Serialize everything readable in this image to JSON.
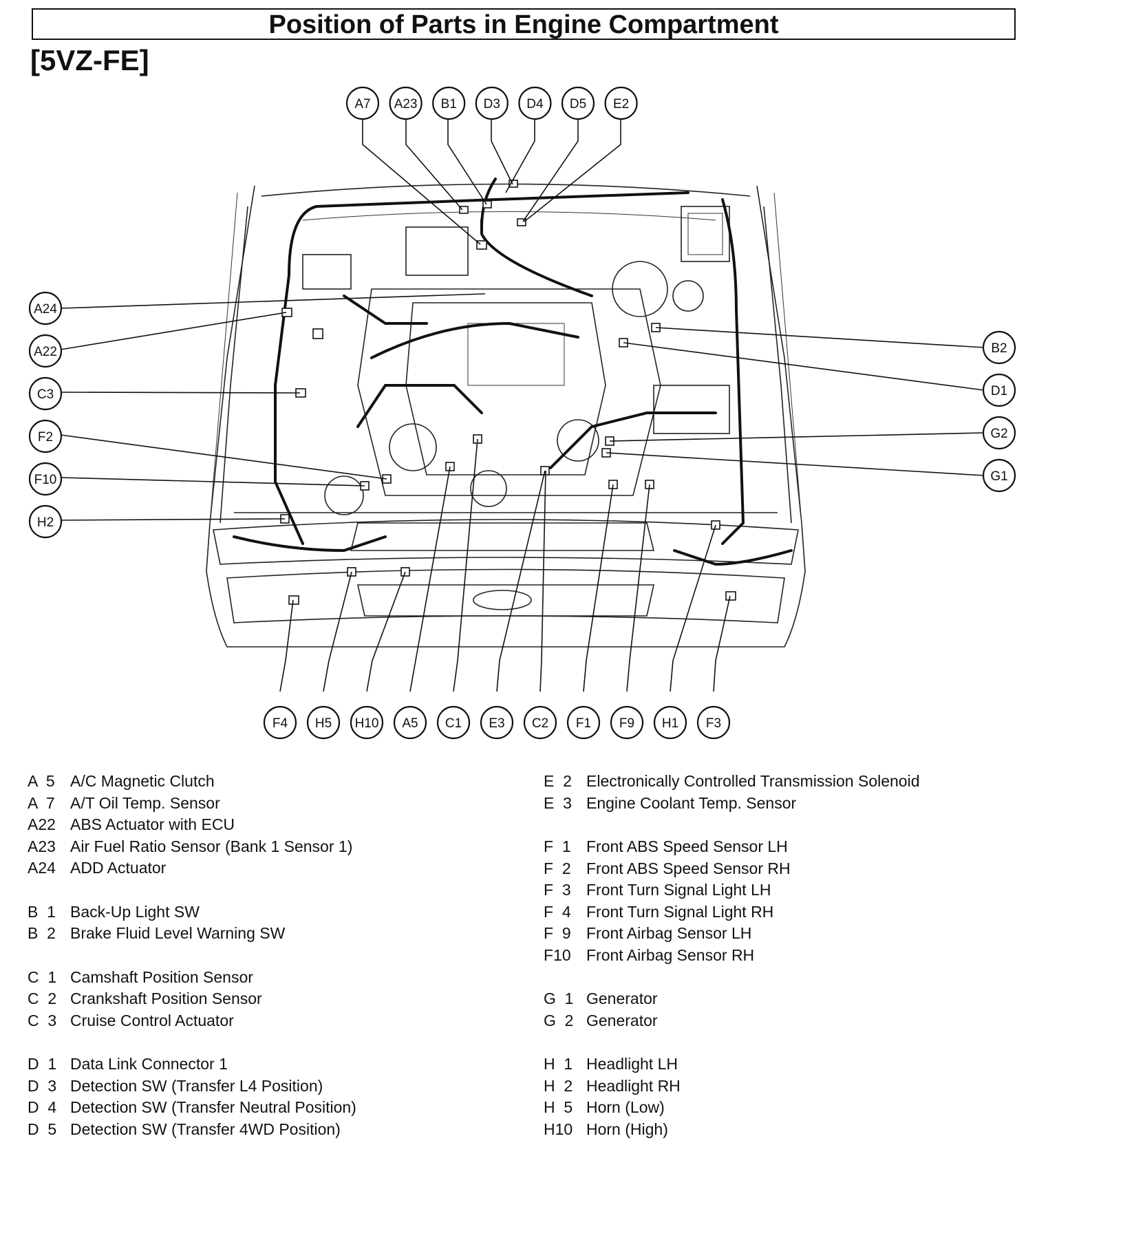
{
  "title": "Position of Parts in Engine Compartment",
  "model": "[5VZ-FE]",
  "callouts": {
    "top": [
      "A7",
      "A23",
      "B1",
      "D3",
      "D4",
      "D5",
      "E2"
    ],
    "left": [
      "A24",
      "A22",
      "C3",
      "F2",
      "F10",
      "H2"
    ],
    "right": [
      "B2",
      "D1",
      "G2",
      "G1"
    ],
    "bottom": [
      "F4",
      "H5",
      "H10",
      "A5",
      "C1",
      "E3",
      "C2",
      "F1",
      "F9",
      "H1",
      "F3"
    ]
  },
  "legend_left": [
    [
      {
        "code": "A  5",
        "name": "A/C Magnetic Clutch"
      },
      {
        "code": "A  7",
        "name": "A/T Oil Temp. Sensor"
      },
      {
        "code": "A22",
        "name": "ABS Actuator with ECU"
      },
      {
        "code": "A23",
        "name": "Air Fuel Ratio Sensor (Bank 1 Sensor 1)"
      },
      {
        "code": "A24",
        "name": "ADD Actuator"
      }
    ],
    [
      {
        "code": "B  1",
        "name": "Back-Up Light SW"
      },
      {
        "code": "B  2",
        "name": "Brake Fluid Level Warning SW"
      }
    ],
    [
      {
        "code": "C  1",
        "name": "Camshaft Position Sensor"
      },
      {
        "code": "C  2",
        "name": "Crankshaft Position Sensor"
      },
      {
        "code": "C  3",
        "name": "Cruise Control Actuator"
      }
    ],
    [
      {
        "code": "D  1",
        "name": "Data Link Connector 1"
      },
      {
        "code": "D  3",
        "name": "Detection SW (Transfer L4 Position)"
      },
      {
        "code": "D  4",
        "name": "Detection SW (Transfer Neutral Position)"
      },
      {
        "code": "D  5",
        "name": "Detection SW (Transfer 4WD Position)"
      }
    ]
  ],
  "legend_right": [
    [
      {
        "code": "E  2",
        "name": "Electronically Controlled Transmission Solenoid"
      },
      {
        "code": "E  3",
        "name": "Engine Coolant Temp. Sensor"
      }
    ],
    [
      {
        "code": "F  1",
        "name": "Front ABS Speed Sensor LH"
      },
      {
        "code": "F  2",
        "name": "Front ABS Speed Sensor RH"
      },
      {
        "code": "F  3",
        "name": "Front Turn Signal Light LH"
      },
      {
        "code": "F  4",
        "name": "Front Turn Signal Light RH"
      },
      {
        "code": "F  9",
        "name": "Front Airbag Sensor LH"
      },
      {
        "code": "F10",
        "name": "Front Airbag Sensor RH"
      }
    ],
    [
      {
        "code": "G  1",
        "name": "Generator"
      },
      {
        "code": "G  2",
        "name": "Generator"
      }
    ],
    [
      {
        "code": "H  1",
        "name": "Headlight LH"
      },
      {
        "code": "H  2",
        "name": "Headlight RH"
      },
      {
        "code": "H  5",
        "name": "Horn (Low)"
      },
      {
        "code": "H10",
        "name": "Horn (High)"
      }
    ]
  ]
}
